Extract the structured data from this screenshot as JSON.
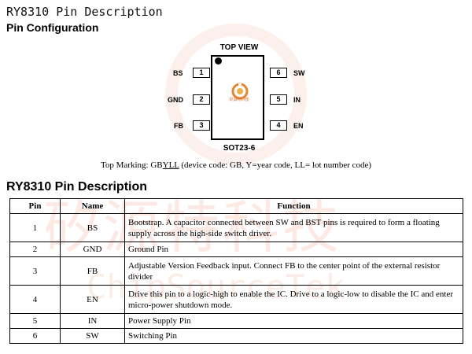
{
  "doc_title": "RY8310 Pin Description",
  "section_pin_config": "Pin Configuration",
  "diagram": {
    "top_view": "TOP VIEW",
    "package": "SOT23-6",
    "logo_text": "矽源特科技",
    "left_pins": [
      {
        "num": "1",
        "label": "BS"
      },
      {
        "num": "2",
        "label": "GND"
      },
      {
        "num": "3",
        "label": "FB"
      }
    ],
    "right_pins": [
      {
        "num": "6",
        "label": "SW"
      },
      {
        "num": "5",
        "label": "IN"
      },
      {
        "num": "4",
        "label": "EN"
      }
    ]
  },
  "marking": {
    "prefix": "Top Marking: GB",
    "underlined": "YLL",
    "suffix": " (device code: GB, Y=year code, LL= lot number code)"
  },
  "section_pin_desc": "RY8310 Pin Description",
  "watermark": {
    "main": "矽源特科技",
    "sub": "ChipSourceTek"
  },
  "table": {
    "headers": [
      "Pin",
      "Name",
      "Function"
    ],
    "rows": [
      {
        "pin": "1",
        "name": "BS",
        "function": "Bootstrap. A capacitor connected between SW and BST pins is required to form a floating supply across the high-side switch driver."
      },
      {
        "pin": "2",
        "name": "GND",
        "function": "Ground Pin"
      },
      {
        "pin": "3",
        "name": "FB",
        "function": "Adjustable Version Feedback input. Connect FB to the center point of the external resistor divider"
      },
      {
        "pin": "4",
        "name": "EN",
        "function": "Drive this pin to a logic-high to enable the IC. Drive to a logic-low to disable the IC and enter micro-power shutdown mode."
      },
      {
        "pin": "5",
        "name": "IN",
        "function": "Power Supply Pin"
      },
      {
        "pin": "6",
        "name": "SW",
        "function": "Switching Pin"
      }
    ]
  }
}
